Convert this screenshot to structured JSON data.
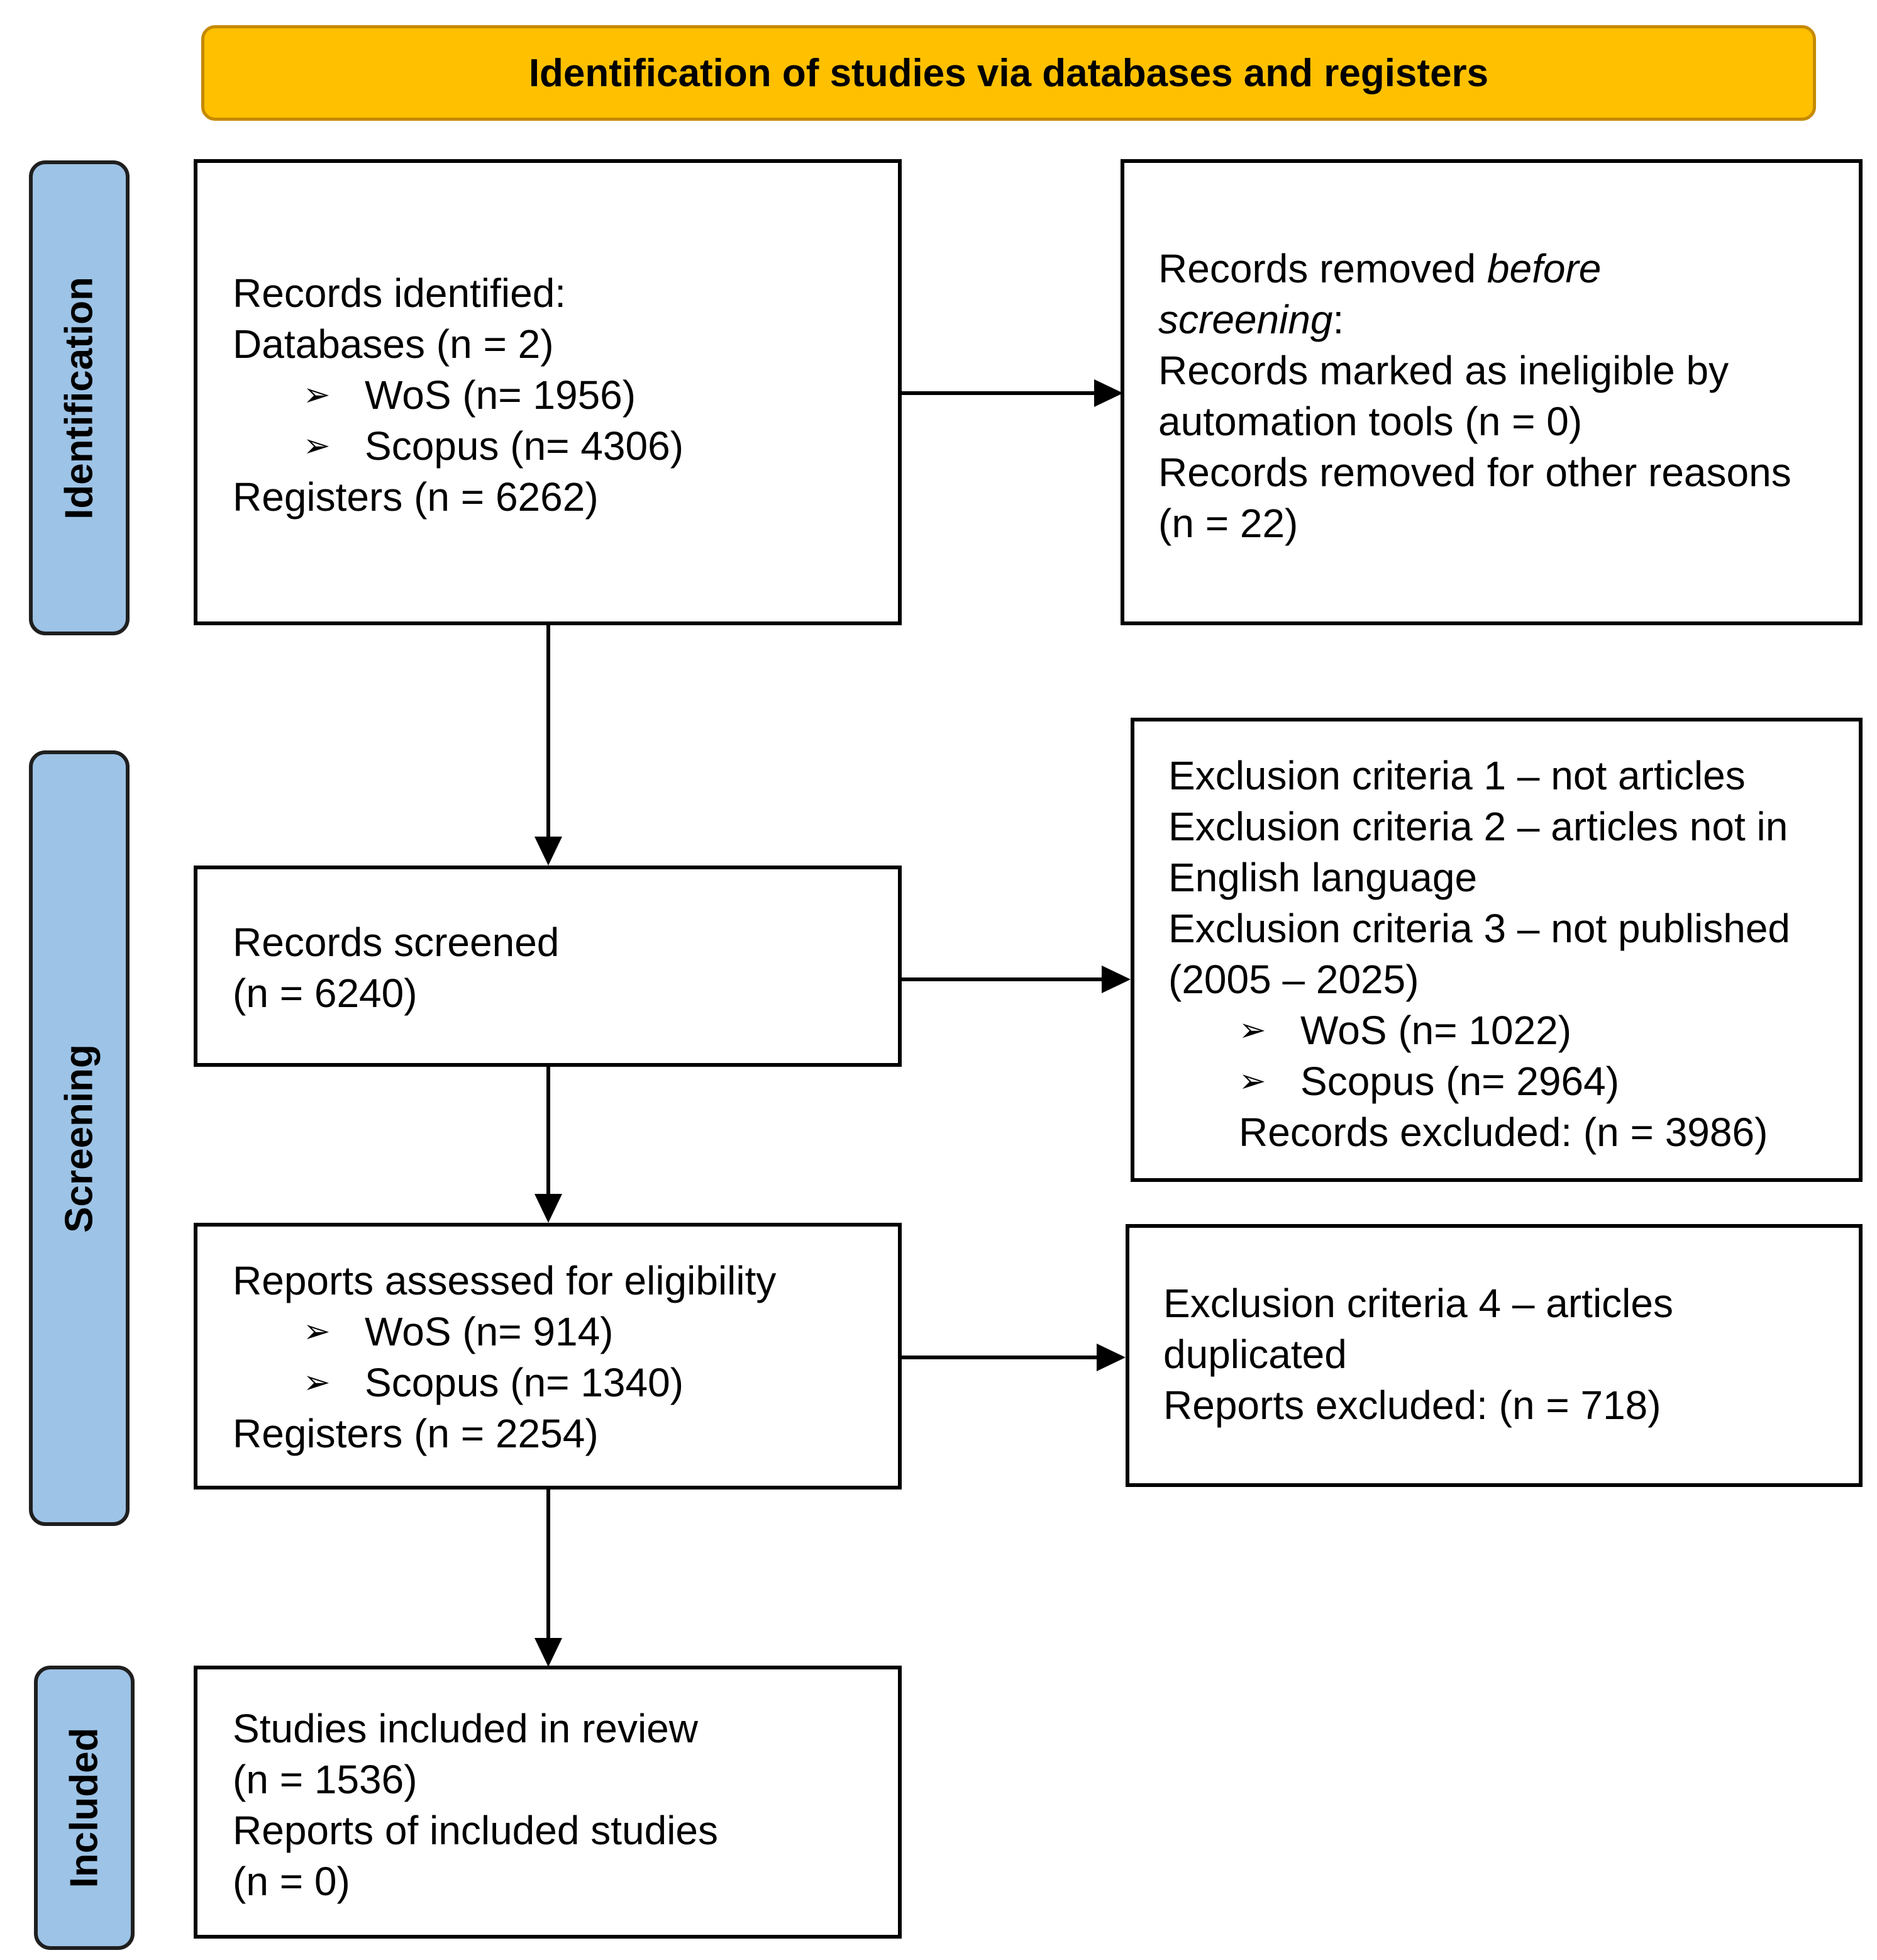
{
  "header": {
    "title": "Identification of studies via databases and registers"
  },
  "phases": {
    "identification": "Identification",
    "screening": "Screening",
    "included": "Included"
  },
  "boxes": {
    "records_identified": {
      "line1": "Records identified:",
      "line2": "Databases (n = 2)",
      "bullet1": "WoS (n= 1956)",
      "bullet2": "Scopus (n= 4306)",
      "line3": "Registers (n = 6262)"
    },
    "records_removed": {
      "prefix": "Records removed ",
      "italic1": "before",
      "italic2": "screening",
      "suffix": ":",
      "line3": "Records marked as ineligible by",
      "line4": "automation tools (n = 0)",
      "line5": "Records removed for other reasons",
      "line6": "(n = 22)"
    },
    "records_screened": {
      "line1": "Records screened",
      "line2": "(n = 6240)"
    },
    "exclusion_1_3": {
      "line1": "Exclusion criteria 1 – not articles",
      "line2": "Exclusion criteria 2 – articles not in",
      "line3": "English language",
      "line4": "Exclusion criteria 3 – not published",
      "line5": "(2005 – 2025)",
      "bullet1": "WoS (n= 1022)",
      "bullet2": "Scopus (n= 2964)",
      "line6": "Records excluded: (n = 3986)"
    },
    "reports_assessed": {
      "line1": "Reports assessed for eligibility",
      "bullet1": "WoS (n= 914)",
      "bullet2": "Scopus (n= 1340)",
      "line2": "Registers (n = 2254)"
    },
    "exclusion_4": {
      "line1": "Exclusion criteria 4 – articles",
      "line2": "duplicated",
      "line3": "Reports excluded: (n = 718)"
    },
    "studies_included": {
      "line1": "Studies included in review",
      "line2": "(n = 1536)",
      "line3": "Reports of included studies",
      "line4": "(n = 0)"
    }
  },
  "bullet_glyph": "➢",
  "colors": {
    "header_fill": "#FFC000",
    "phase_fill": "#9DC3E6",
    "border": "#000000"
  }
}
